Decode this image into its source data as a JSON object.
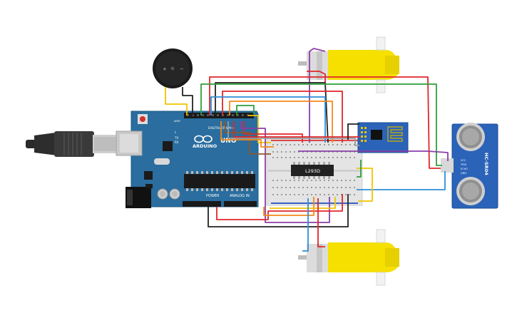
{
  "arduino": {
    "brand": "ARDUINO",
    "model": "UNO",
    "digital_label": "DIGITAL (PWM~)",
    "power_label": "POWER",
    "analog_label": "ANALOG IN",
    "tx_label": "TX",
    "rx_label": "RX",
    "l_label": "L",
    "aref_label": "AREF"
  },
  "driver_ic": {
    "label": "L293D"
  },
  "ultrasonic": {
    "name": "HC-SR04",
    "pins": [
      "VCC",
      "TRIG",
      "ECHO",
      "GND"
    ]
  },
  "colors": {
    "arduino_board": "#2a6d9e",
    "motor_body": "#f5e000",
    "wire_red": "#e0262b",
    "wire_black": "#222222",
    "wire_green": "#2f9e3a",
    "wire_blue": "#2f8fd8",
    "wire_yellow": "#f0c400",
    "wire_orange": "#f08a1c",
    "wire_purple": "#8b3fa6",
    "wire_gray": "#9a9a9a",
    "wire_brown": "#8a5a2b",
    "esp_board": "#2b63b8",
    "sensor_board": "#2b63b8"
  },
  "icons": [
    "usb-cable-icon",
    "piezo-buzzer-icon",
    "dc-motor-icon",
    "esp8266-module-icon",
    "ultrasonic-sensor-icon",
    "breadboard-icon"
  ]
}
